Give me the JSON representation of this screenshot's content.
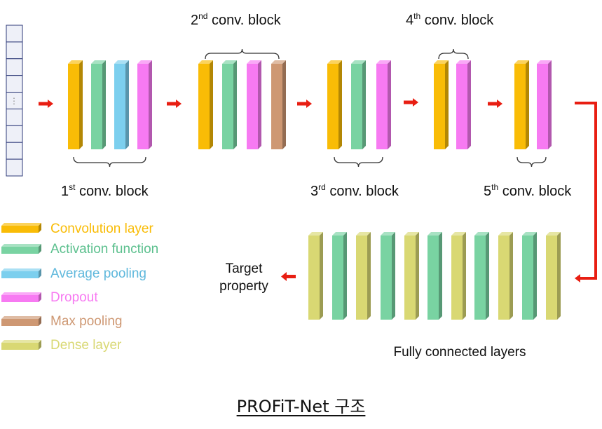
{
  "colors": {
    "conv": "#F9BC06",
    "act": "#79D3A2",
    "avgpool": "#7CCFEE",
    "dropout": "#F77AF2",
    "maxpool": "#CE9873",
    "dense": "#D9D873",
    "arrow": "#E81E12"
  },
  "blocks": {
    "b1": {
      "pre": "1",
      "sup": "st",
      "post": " conv. block"
    },
    "b2": {
      "pre": "2",
      "sup": "nd",
      "post": " conv. block"
    },
    "b3": {
      "pre": "3",
      "sup": "rd",
      "post": " conv. block"
    },
    "b4": {
      "pre": "4",
      "sup": "th",
      "post": " conv. block"
    },
    "b5": {
      "pre": "5",
      "sup": "th",
      "post": " conv. block"
    }
  },
  "input_ellipsis": "⋮",
  "legend": {
    "conv": "Convolution layer",
    "act": "Activation function",
    "avgpool": "Average pooling",
    "dropout": "Dropout",
    "maxpool": "Max pooling",
    "dense": "Dense layer"
  },
  "output": {
    "line1": "Target",
    "line2": "property"
  },
  "fc_label": "Fully connected layers",
  "caption": "PROFiT-Net 구조"
}
